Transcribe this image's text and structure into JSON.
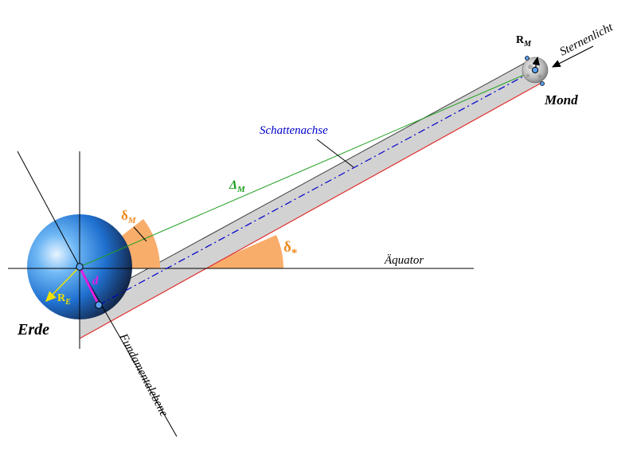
{
  "labels": {
    "erde": "Erde",
    "mond": "Mond",
    "sternenlicht": "Sternenlicht",
    "schattenachse": "Schattenachse",
    "aequator": "Äquator",
    "fundamentalebene": "Fundamentalebene",
    "delta_m_main": "Δ",
    "delta_m_sub": "M",
    "small_delta_m_main": "δ",
    "small_delta_m_sub": "M",
    "delta_star_main": "δ",
    "delta_star_sub": "*",
    "d": "d",
    "r_e_main": "R",
    "r_e_sub": "E",
    "r_m_main": "R",
    "r_m_sub": "M"
  },
  "colors": {
    "shadow_band": "#d0d0d0",
    "angle_fill": "#f9ad6b",
    "earth_light": "#4aa0f0",
    "earth_dark": "#1a1a1a",
    "axis_blue": "#0000cc",
    "delta_green": "#20a020",
    "red_edge": "#e03030",
    "magenta_d": "#e020e0",
    "yellow_re": "#f0e000",
    "orange_label": "#f08a20"
  }
}
